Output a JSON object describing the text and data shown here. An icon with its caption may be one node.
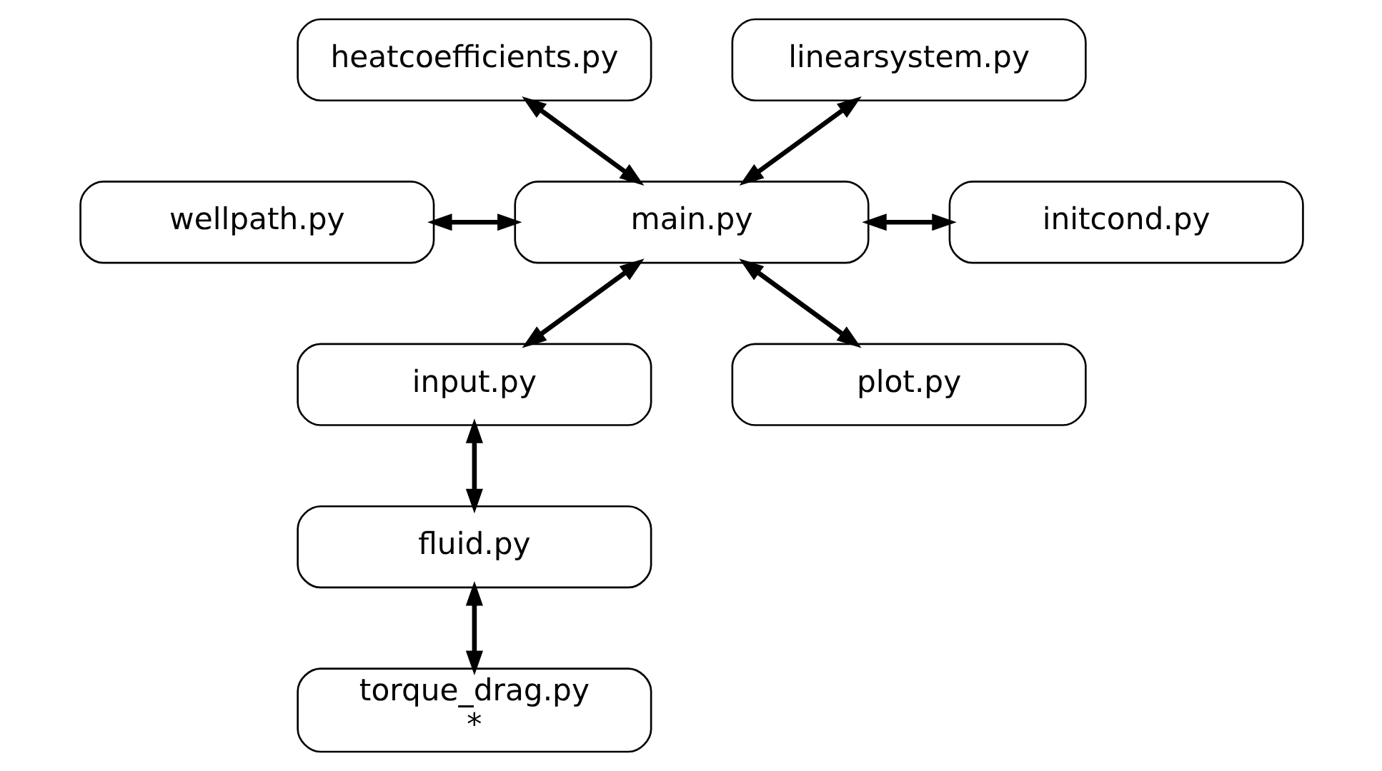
{
  "diagram": {
    "nodes": [
      {
        "text": [
          "heatcoefficients.py"
        ]
      },
      {
        "text": [
          "linearsystem.py"
        ]
      },
      {
        "text": [
          "wellpath.py"
        ]
      },
      {
        "text": [
          "main.py"
        ]
      },
      {
        "text": [
          "initcond.py"
        ]
      },
      {
        "text": [
          "input.py"
        ]
      },
      {
        "text": [
          "plot.py"
        ]
      },
      {
        "text": [
          "fluid.py"
        ]
      },
      {
        "text": [
          "torque_drag.py",
          "*"
        ]
      }
    ],
    "edges": [
      {
        "from": 0,
        "to": 3,
        "arrow": "both"
      },
      {
        "from": 1,
        "to": 3,
        "arrow": "both"
      },
      {
        "from": 2,
        "to": 3,
        "arrow": "both"
      },
      {
        "from": 3,
        "to": 4,
        "arrow": "both"
      },
      {
        "from": 3,
        "to": 5,
        "arrow": "both"
      },
      {
        "from": 3,
        "to": 6,
        "arrow": "both"
      },
      {
        "from": 5,
        "to": 7,
        "arrow": "both"
      },
      {
        "from": 7,
        "to": 8,
        "arrow": "both"
      }
    ]
  }
}
